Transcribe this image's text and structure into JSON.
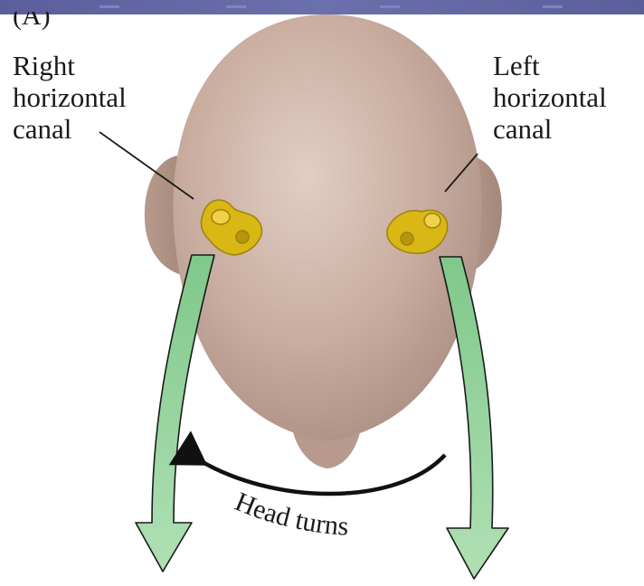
{
  "figure": {
    "panel_label": "(A)",
    "right_canal_label": "Right\nhorizontal\ncanal",
    "left_canal_label": "Left\nhorizontal\ncanal",
    "rotation_label": "Head turns"
  },
  "colors": {
    "skin": "#c9ad9f",
    "skin_shadow": "#a78c80",
    "canal_yellow": "#d9b714",
    "arrow_green": "#9fd8a6",
    "header_bar": "#5f64a3"
  }
}
